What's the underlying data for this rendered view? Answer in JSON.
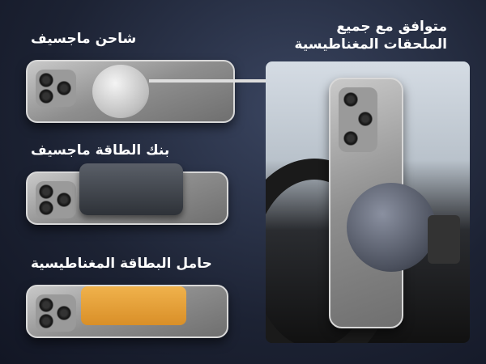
{
  "headline": {
    "line1": "متوافق مع جميع",
    "line2": "الملحقات المغناطيسية"
  },
  "items": [
    {
      "label": "شاحن ماجسيف",
      "accessory": "magsafe-charger"
    },
    {
      "label": "بنك الطاقة ماجسيف",
      "accessory": "power-bank"
    },
    {
      "label": "حامل البطاقة المغناطيسية",
      "accessory": "card-holder"
    }
  ],
  "colors": {
    "background": "#1c2233",
    "card_holder": "#e8a23c",
    "text": "#ffffff"
  }
}
